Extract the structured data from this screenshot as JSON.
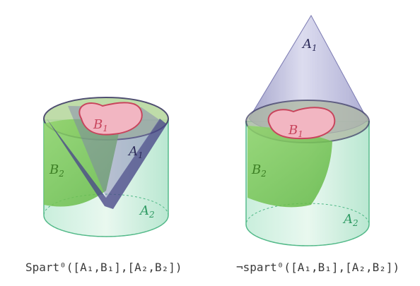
{
  "figure": {
    "left": {
      "labels": {
        "b1": "B",
        "b1_sub": "1",
        "a1": "A",
        "a1_sub": "1",
        "b2": "B",
        "b2_sub": "2",
        "a2": "A",
        "a2_sub": "2"
      },
      "caption": "Spart⁰([A₁,B₁],[A₂,B₂])"
    },
    "right": {
      "labels": {
        "a1": "A",
        "a1_sub": "1",
        "b1": "B",
        "b1_sub": "1",
        "b2": "B",
        "b2_sub": "2",
        "a2": "A",
        "a2_sub": "2"
      },
      "caption": "¬spart⁰([A₁,B₁],[A₂,B₂])"
    },
    "colors": {
      "a1": "#4b4a8a",
      "b1": "#c8445c",
      "b2": "#6cc24a",
      "a2": "#3fae7a"
    }
  }
}
